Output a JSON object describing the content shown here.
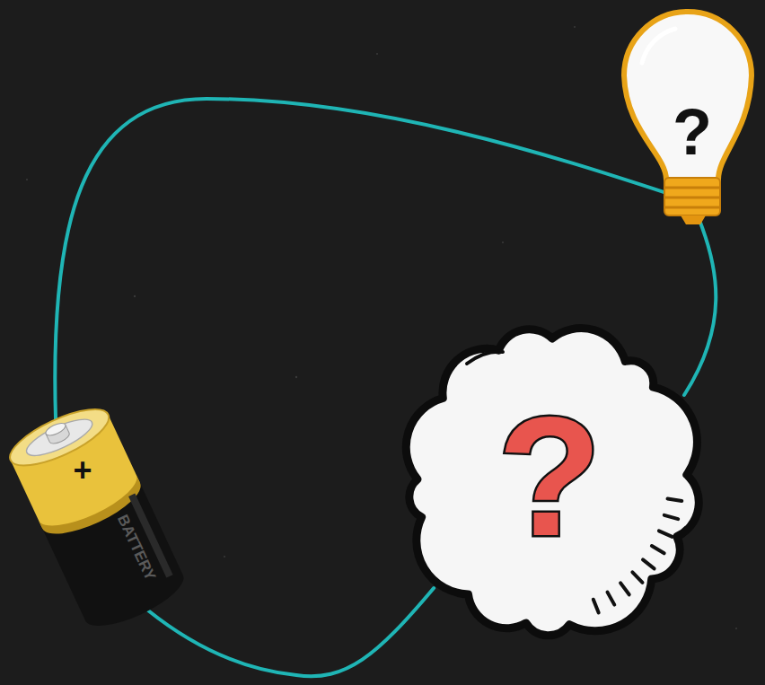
{
  "diagram": {
    "nodes": [
      {
        "text": [
          "?"
        ]
      },
      {
        "text": [
          "?"
        ]
      },
      {
        "text": [
          "+",
          "BATTERY"
        ]
      }
    ],
    "edges": [
      {
        "from": 2,
        "to": 0,
        "arrow": "none"
      },
      {
        "from": 0,
        "to": 1,
        "arrow": "none"
      },
      {
        "from": 1,
        "to": 2,
        "arrow": "none"
      }
    ]
  }
}
